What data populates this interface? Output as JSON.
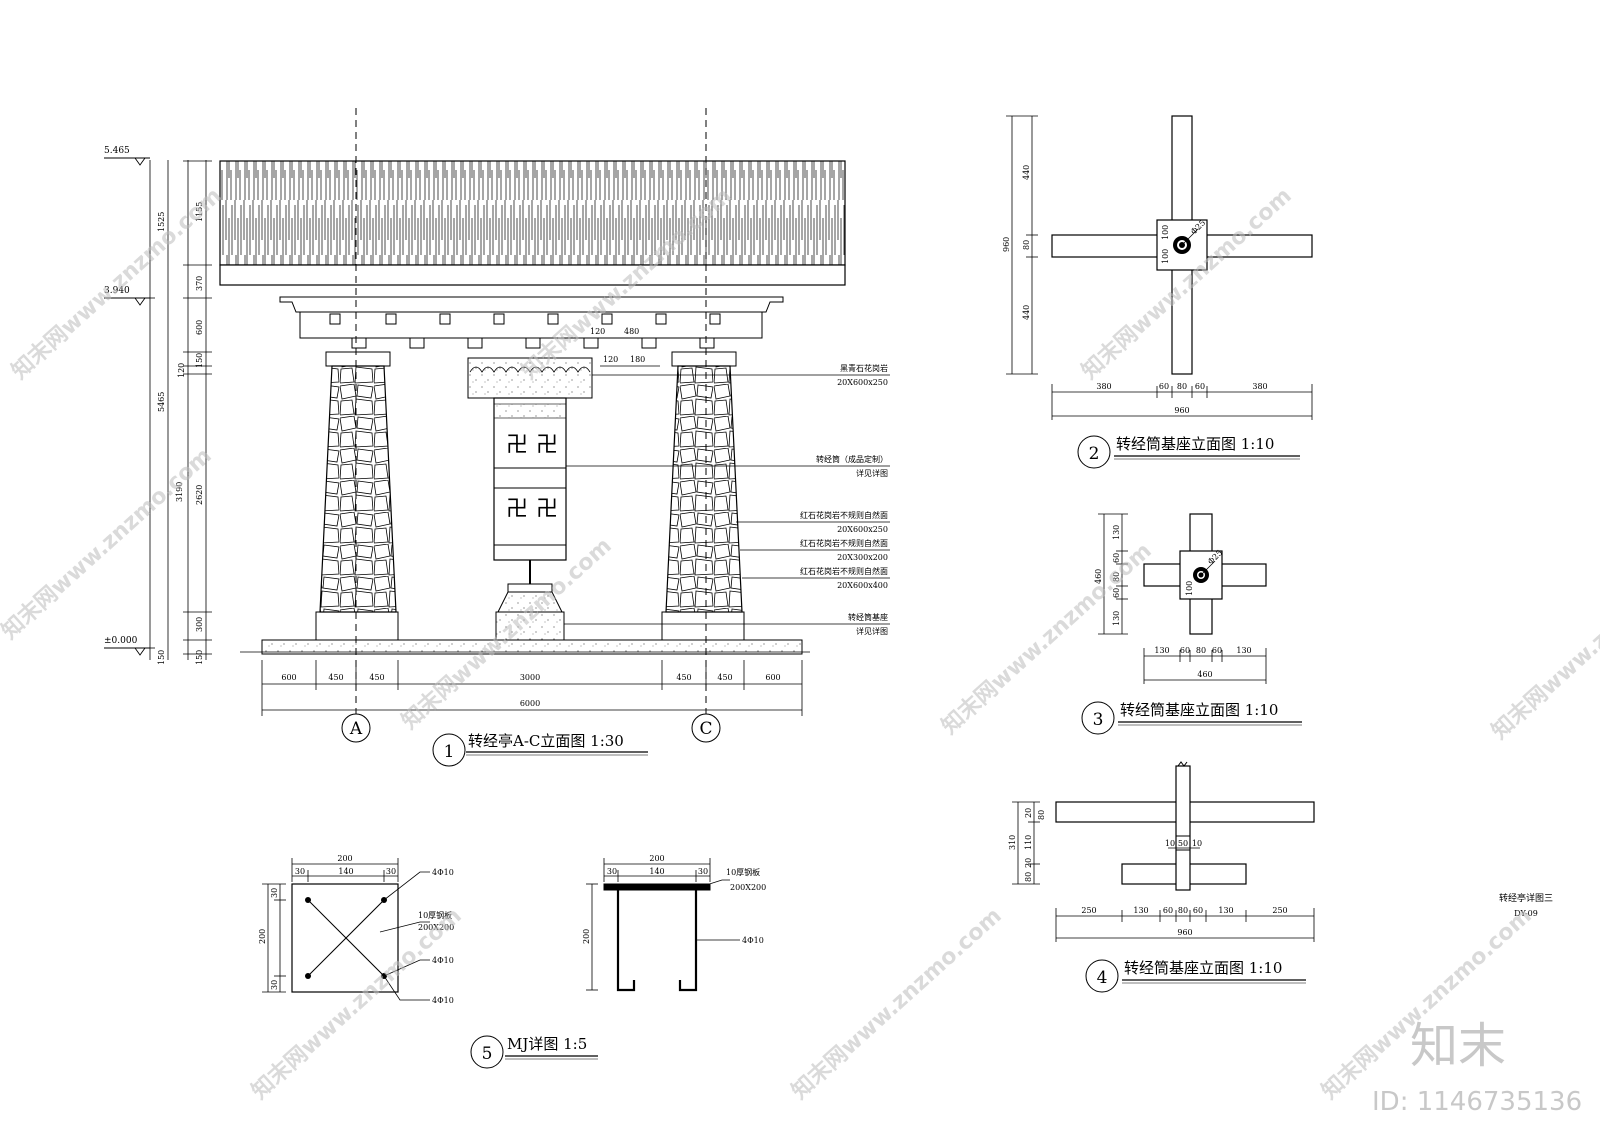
{
  "views": {
    "v1": {
      "no": "1",
      "title": "转经亭A-C立面图  1:30",
      "axis_a": "A",
      "axis_c": "C"
    },
    "v2": {
      "no": "2",
      "title": "转经筒基座立面图  1:10"
    },
    "v3": {
      "no": "3",
      "title": "转经筒基座立面图  1:10"
    },
    "v4": {
      "no": "4",
      "title": "转经筒基座立面图  1:10"
    },
    "v5": {
      "no": "5",
      "title": "MJ详图  1:5"
    }
  },
  "levels": {
    "top": "5.465",
    "mid": "3.940",
    "ground": "±0.000"
  },
  "v1_dims": {
    "left_outer": [
      "1525",
      "5465",
      "3190",
      "150"
    ],
    "left_inner": [
      "1155",
      "370",
      "600",
      "120",
      "150",
      "2620",
      "300",
      "150"
    ],
    "bottom_row": [
      "600",
      "450",
      "450",
      "3000",
      "450",
      "450",
      "600"
    ],
    "bottom_total": "6000",
    "beam": [
      "120",
      "480",
      "120",
      "180"
    ]
  },
  "v1_notes": [
    {
      "line1": "黑青石花岗岩",
      "line2": "20X600x250"
    },
    {
      "line1": "转经筒（成品定制）",
      "line2": "详见详图"
    },
    {
      "line1": "红石花岗岩不规则自然面",
      "line2": "20X600x250"
    },
    {
      "line1": "红石花岗岩不规则自然面",
      "line2": "20X300x200"
    },
    {
      "line1": "红石花岗岩不规则自然面",
      "line2": "20X600x400"
    },
    {
      "line1": "转经筒基座",
      "line2": "详见详图"
    }
  ],
  "v2_dims": {
    "vert": [
      "440",
      "80",
      "440"
    ],
    "vert_total": "960",
    "horiz": [
      "380",
      "60",
      "80",
      "60",
      "380"
    ],
    "horiz_total": "960",
    "inner": [
      "100",
      "100"
    ],
    "bolt": "Φ25"
  },
  "v3_dims": {
    "vert": [
      "130",
      "60",
      "80",
      "60",
      "130"
    ],
    "vert_total": "460",
    "horiz": [
      "130",
      "60",
      "80",
      "60",
      "130"
    ],
    "horiz_total": "460",
    "inner": [
      "100"
    ],
    "bolt": "Φ25"
  },
  "v4_dims": {
    "vert": [
      "20",
      "80",
      "110",
      "20",
      "80"
    ],
    "vert_total": "310",
    "horiz": [
      "250",
      "130",
      "60",
      "80",
      "60",
      "130",
      "250"
    ],
    "horiz_total": "960",
    "stem": [
      "10",
      "50",
      "10"
    ]
  },
  "v5_dims": {
    "top": [
      "200"
    ],
    "sub": [
      "30",
      "140",
      "30"
    ],
    "side": [
      "30",
      "200",
      "30"
    ],
    "plate": "10厚钢板",
    "plate_size": "200X200",
    "rebar": "4Φ10",
    "plate_b": "10厚钢板",
    "plate_b_size": "200X200",
    "rebar_b": "4Φ10",
    "height_b": "200"
  },
  "titleblock": {
    "name": "转经亭详图三",
    "code": "DY-09"
  },
  "watermark": {
    "text": "知末网www.znzmo.com",
    "brand": "知末",
    "id": "ID: 1146735136"
  }
}
